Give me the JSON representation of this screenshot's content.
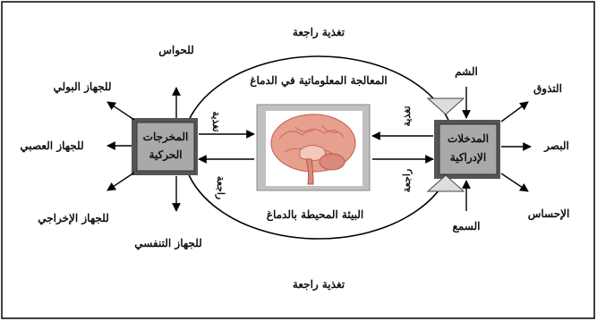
{
  "diagram": {
    "feedback_top": "تغذية راجعة",
    "feedback_bottom": "تغذية راجعة",
    "processing_label": "المعالجة المعلوماتية في الدماغ",
    "environment_label": "البيئة المحيطة بالدماغ",
    "output_box": {
      "line1": "المخرجات",
      "line2": "الحركية"
    },
    "input_box": {
      "line1": "المدخلات",
      "line2": "الإدراكية"
    },
    "left_feedback": {
      "line1": "تغذية",
      "line2": "راجعة"
    },
    "right_feedback": {
      "line1": "تغذية",
      "line2": "راجعة"
    },
    "outputs": {
      "senses": "للحواس",
      "urinary": "للجهاز البولي",
      "nervous": "للجهاز العصبي",
      "excretory": "للجهاز الإخراجي",
      "respiratory": "للجهاز التنفسي"
    },
    "inputs": {
      "smell": "الشم",
      "taste": "التذوق",
      "sight": "البصر",
      "touch": "الإحساس",
      "hearing": "السمع"
    },
    "brain_image": "brain-sagittal-section",
    "colors": {
      "box_fill": "#a9a9a9",
      "brain_pink": "#e8a08e"
    }
  }
}
